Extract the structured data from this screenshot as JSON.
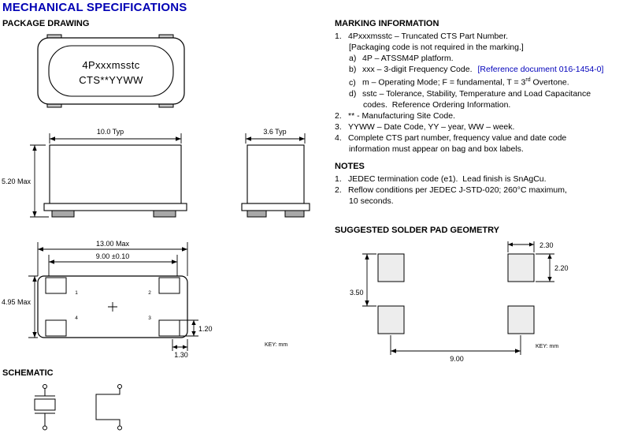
{
  "title": "MECHANICAL SPECIFICATIONS",
  "package_drawing": {
    "heading": "PACKAGE DRAWING",
    "top_view": {
      "marking_line1": "4Pxxxmsstc",
      "marking_line2": "CTS**YYWW"
    },
    "side_view": {
      "width_dim": "10.0 Typ",
      "height_dim": "5.20 Max"
    },
    "end_view": {
      "width_dim": "3.6 Typ"
    },
    "bottom_view": {
      "length_dim": "13.00 Max",
      "inner_dim": "9.00 ±0.10",
      "height_dim": "4.95 Max",
      "dim_1_20": "1.20",
      "dim_1_30": "1.30",
      "key_label": "KEY: mm",
      "pad_numbers": [
        "1",
        "2",
        "3",
        "4"
      ]
    }
  },
  "schematic": {
    "heading": "SCHEMATIC"
  },
  "marking": {
    "heading": "MARKING INFORMATION",
    "lines": [
      {
        "label": "1.",
        "text": "4Pxxxmsstc – Truncated CTS Part Number."
      },
      {
        "label": "",
        "text": "[Packaging code is not required in the marking.]"
      },
      {
        "label": "a)",
        "text": "4P – ATSSM4P platform."
      },
      {
        "label": "b)",
        "text": "xxx – 3-digit Frequency Code.",
        "ref": "[Reference document 016-1454-0]"
      },
      {
        "label": "c)",
        "pre": "m – Operating Mode; F = fundamental, T = 3",
        "sup": "rd",
        "post": " Overtone."
      },
      {
        "label": "d)",
        "text": "sstc – Tolerance, Stability, Temperature and Load Capacitance"
      },
      {
        "label": "",
        "text": "codes.  Reference Ordering Information."
      },
      {
        "label": "2.",
        "text": "** - Manufacturing Site Code."
      },
      {
        "label": "3.",
        "text": "YYWW – Date Code, YY – year, WW – week."
      },
      {
        "label": "4.",
        "text": "Complete CTS part number, frequency value and date code"
      },
      {
        "label": "",
        "text": "information must appear on bag and box labels."
      }
    ]
  },
  "notes": {
    "heading": "NOTES",
    "lines": [
      {
        "label": "1.",
        "text": "JEDEC termination code (e1).  Lead finish is SnAgCu."
      },
      {
        "label": "2.",
        "text": "Reflow conditions per JEDEC J-STD-020; 260°C maximum,"
      },
      {
        "label": "",
        "text": "10 seconds."
      }
    ]
  },
  "solder_pad": {
    "heading": "SUGGESTED SOLDER PAD GEOMETRY",
    "dim_width": "2.30",
    "dim_height": "2.20",
    "dim_row_pitch": "3.50",
    "dim_col_pitch": "9.00",
    "key_label": "KEY: mm"
  },
  "colors": {
    "title_blue": "#0000b4",
    "reference_blue": "#0000bb",
    "line_black": "#000000"
  }
}
